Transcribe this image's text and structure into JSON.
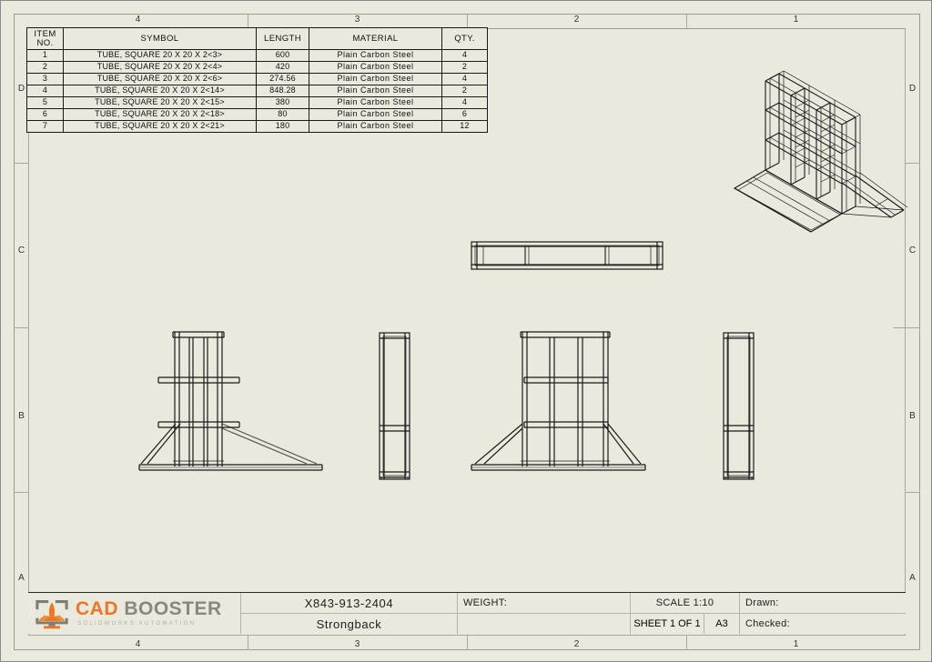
{
  "sheet": {
    "background_color": "#e9e9dd",
    "zones_top": [
      "4",
      "3",
      "2",
      "1"
    ],
    "zones_bottom": [
      "4",
      "3",
      "2",
      "1"
    ],
    "zones_left": [
      "D",
      "C",
      "B",
      "A"
    ],
    "zones_right": [
      "D",
      "C",
      "B",
      "A"
    ]
  },
  "bom": {
    "headers": [
      "ITEM NO.",
      "SYMBOL",
      "LENGTH",
      "MATERIAL",
      "QTY."
    ],
    "header_item_line1": "ITEM",
    "header_item_line2": "NO.",
    "rows": [
      {
        "item": "1",
        "symbol": "TUBE, SQUARE 20 X 20 X 2<3>",
        "length": "600",
        "material": "Plain Carbon Steel",
        "qty": "4"
      },
      {
        "item": "2",
        "symbol": "TUBE, SQUARE 20 X 20 X 2<4>",
        "length": "420",
        "material": "Plain Carbon Steel",
        "qty": "2"
      },
      {
        "item": "3",
        "symbol": "TUBE, SQUARE 20 X 20 X 2<6>",
        "length": "274.56",
        "material": "Plain Carbon Steel",
        "qty": "4"
      },
      {
        "item": "4",
        "symbol": "TUBE, SQUARE 20 X 20 X 2<14>",
        "length": "848.28",
        "material": "Plain Carbon Steel",
        "qty": "2"
      },
      {
        "item": "5",
        "symbol": "TUBE, SQUARE 20 X 20 X 2<15>",
        "length": "380",
        "material": "Plain Carbon Steel",
        "qty": "4"
      },
      {
        "item": "6",
        "symbol": "TUBE, SQUARE 20 X 20 X 2<18>",
        "length": "80",
        "material": "Plain Carbon Steel",
        "qty": "6"
      },
      {
        "item": "7",
        "symbol": "TUBE, SQUARE 20 X 20 X 2<21>",
        "length": "180",
        "material": "Plain Carbon Steel",
        "qty": "12"
      }
    ]
  },
  "title_block": {
    "logo_cad": "CAD",
    "logo_booster": " BOOSTER",
    "logo_subtitle": "SOLIDWORKS AUTOMATION",
    "drawing_number": "X843-913-2404",
    "part_name": "Strongback",
    "weight_label": "WEIGHT:",
    "weight_value": "",
    "scale_label": "SCALE 1:10",
    "sheet_label": "SHEET 1 OF 1",
    "size_label": "A3",
    "drawn_label": "Drawn:",
    "checked_label": "Checked:"
  },
  "views": {
    "isometric": {
      "name": "isometric-view"
    },
    "top": {
      "name": "top-view"
    },
    "front_left": {
      "name": "front-view-left"
    },
    "side_left": {
      "name": "side-view-left"
    },
    "front_right": {
      "name": "front-view-right"
    },
    "side_right": {
      "name": "side-view-right"
    }
  },
  "colors": {
    "sheet_bg": "#e9e9dd",
    "line": "#1a1a1a",
    "frame_line": "#a8a8a0",
    "logo_orange": "#ef7622",
    "logo_grey": "#888880"
  }
}
